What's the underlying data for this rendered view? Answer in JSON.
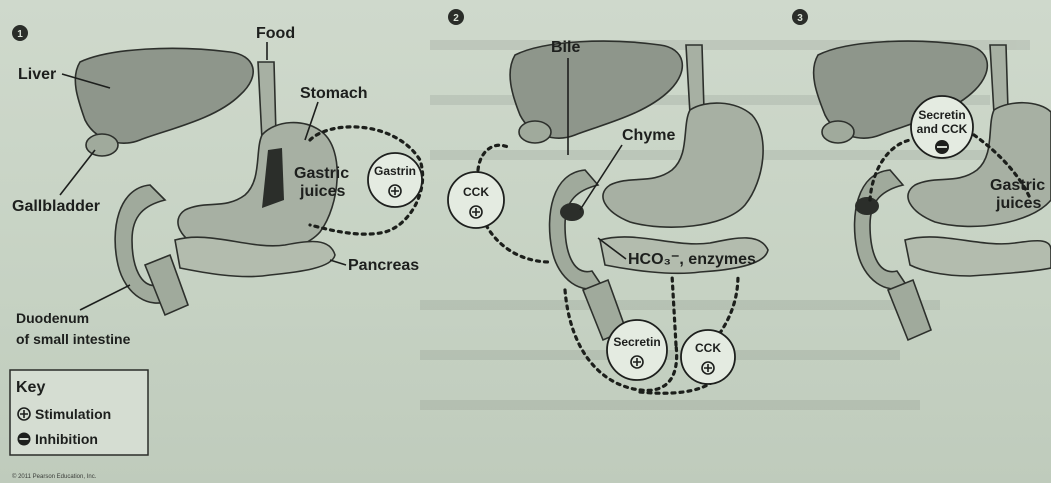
{
  "panels": [
    {
      "step": "1",
      "hormone": "Gastrin",
      "labels": {
        "food": "Food",
        "liver": "Liver",
        "stomach": "Stomach",
        "gastric_juices_1": "Gastric",
        "gastric_juices_2": "juices",
        "gallbladder": "Gallbladder",
        "pancreas": "Pancreas",
        "duodenum_1": "Duodenum",
        "duodenum_2": "of small intestine"
      }
    },
    {
      "step": "2",
      "hormones": [
        "CCK",
        "Secretin",
        "CCK"
      ],
      "labels": {
        "bile": "Bile",
        "chyme": "Chyme",
        "hco3_enzymes": "HCO₃⁻, enzymes"
      }
    },
    {
      "step": "3",
      "hormone_1": "Secretin",
      "hormone_2": "and CCK",
      "labels": {
        "gastric": "Gastric",
        "juices": "juices"
      }
    }
  ],
  "key": {
    "title": "Key",
    "stimulation": "Stimulation",
    "inhibition": "Inhibition"
  },
  "copyright": "© 2011 Pearson Education, Inc.",
  "colors": {
    "background": "#c9d4c6",
    "organ": "#a7b0a3",
    "liver": "#8e968b",
    "ink": "#1d1f1d"
  },
  "icons": [
    "stimulation-plus-icon",
    "inhibition-minus-icon"
  ]
}
